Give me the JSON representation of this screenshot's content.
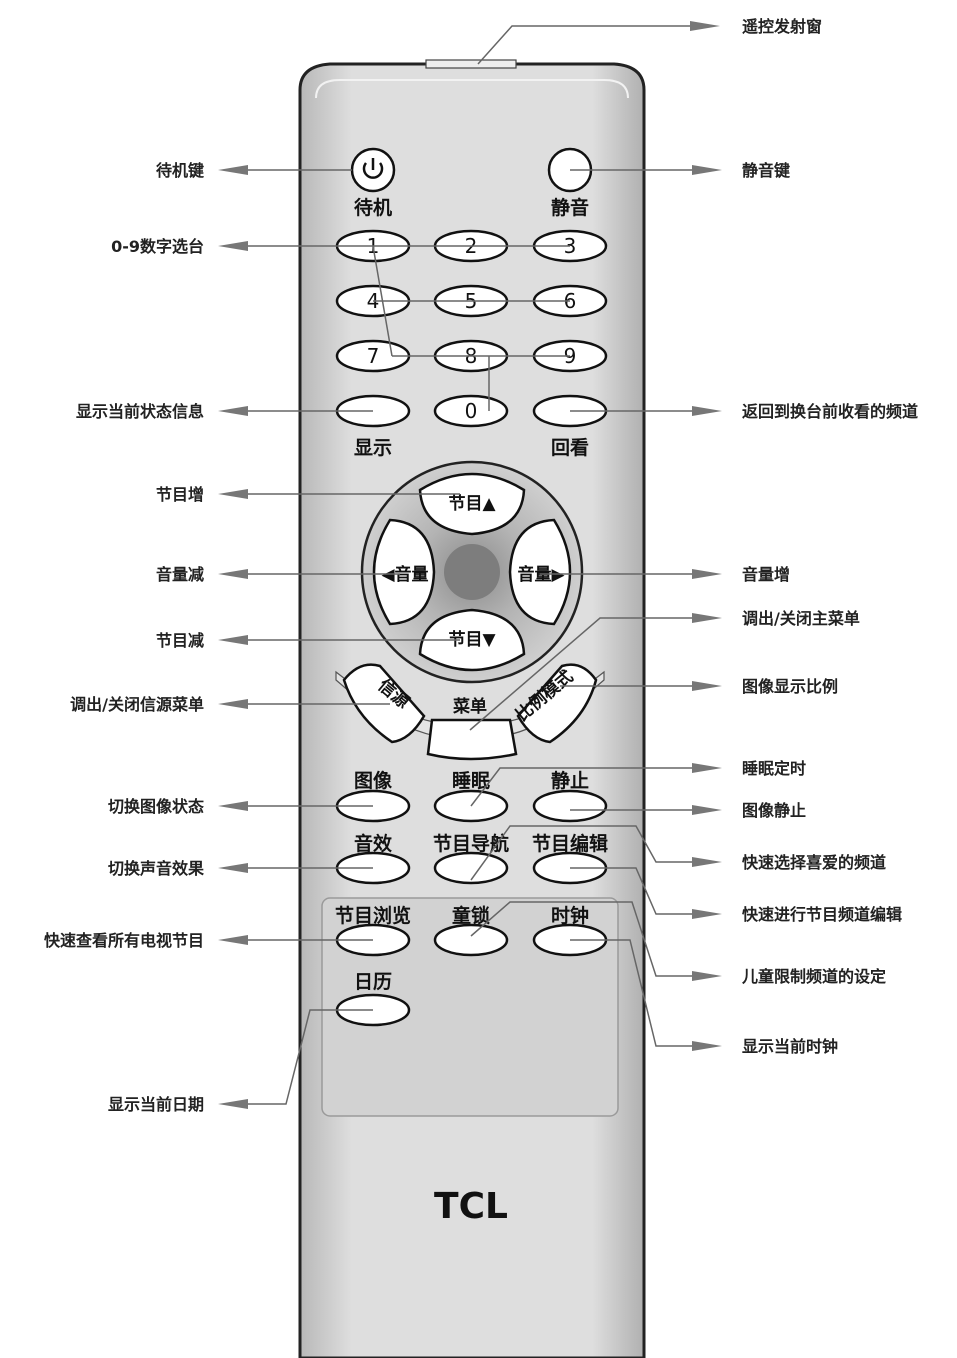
{
  "brand": "TCL",
  "remote_keys": {
    "power": "待机",
    "mute": "静音",
    "digits": [
      "1",
      "2",
      "3",
      "4",
      "5",
      "6",
      "7",
      "8",
      "9",
      "0"
    ],
    "display": "显示",
    "recall": "回看",
    "ch_up": "节目▲",
    "ch_down": "节目▼",
    "vol_down": "◀音量",
    "vol_up": "音量▶",
    "source": "信源",
    "menu": "菜单",
    "ratio": "比例模式",
    "picture": "图像",
    "sleep": "睡眠",
    "freeze": "静止",
    "sound": "音效",
    "guide": "节目导航",
    "edit": "节目编辑",
    "browse": "节目浏览",
    "child_lock": "童锁",
    "clock": "时钟",
    "calendar": "日历"
  },
  "callouts": {
    "ir_window": "遥控发射窗",
    "standby_key": "待机键",
    "mute_key": "静音键",
    "digit_select": "0-9数字选台",
    "show_status": "显示当前状态信息",
    "return_channel": "返回到换台前收看的频道",
    "ch_increase": "节目增",
    "vol_decrease": "音量减",
    "vol_increase": "音量增",
    "main_menu": "调出/关闭主菜单",
    "ch_decrease": "节目减",
    "source_menu": "调出/关闭信源菜单",
    "aspect_ratio": "图像显示比例",
    "sleep_timer": "睡眠定时",
    "picture_mode": "切换图像状态",
    "picture_freeze": "图像静止",
    "sound_mode": "切换声音效果",
    "fav_channel": "快速选择喜爱的频道",
    "quick_edit": "快速进行节目频道编辑",
    "browse_all": "快速查看所有电视节目",
    "child_lock_set": "儿童限制频道的设定",
    "show_clock": "显示当前时钟",
    "show_date": "显示当前日期"
  },
  "colors": {
    "remote_body": "#d6d6d6",
    "nav_ring": "#a9a9a9",
    "leader_line": "#666666",
    "key_fill": "#ffffff"
  },
  "icons": [
    "power-icon",
    "arrow-up-icon",
    "arrow-down-icon",
    "arrow-left-icon",
    "arrow-right-icon"
  ]
}
